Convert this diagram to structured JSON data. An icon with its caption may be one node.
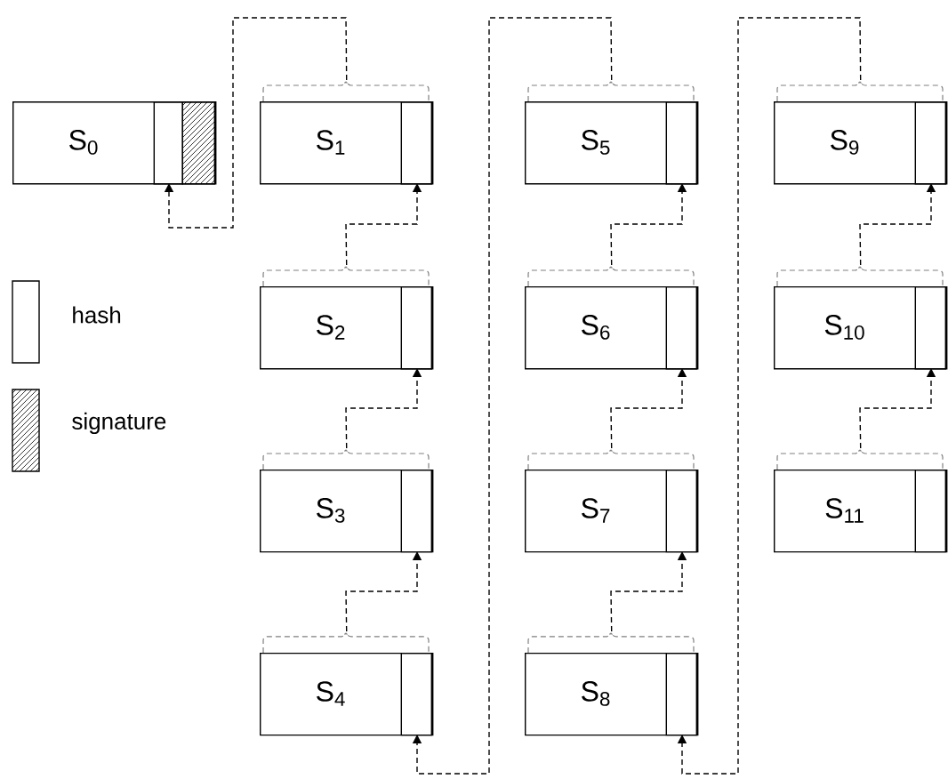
{
  "diagram": {
    "nodes": [
      {
        "text": [
          "S$_{0}$"
        ]
      },
      {
        "text": [],
        "shape": "box",
        "in": 0
      },
      {
        "text": [],
        "shape": "box",
        "in": 0
      },
      {
        "text": [
          "S$_{1}$"
        ]
      },
      {
        "text": [],
        "shape": "box",
        "in": 3
      },
      {
        "text": [
          "S$_{2}$"
        ]
      },
      {
        "text": [],
        "shape": "box",
        "in": 5
      },
      {
        "text": [
          "S$_{3}$"
        ]
      },
      {
        "text": [],
        "shape": "box",
        "in": 7
      },
      {
        "text": [
          "S$_{4}$"
        ]
      },
      {
        "text": [],
        "shape": "box",
        "in": 9
      },
      {
        "text": [
          "S$_{5}$"
        ]
      },
      {
        "text": [],
        "shape": "box",
        "in": 11
      },
      {
        "text": [
          "S$_{6}$"
        ]
      },
      {
        "text": [],
        "shape": "box",
        "in": 13
      },
      {
        "text": [
          "S$_{7}$"
        ]
      },
      {
        "text": [],
        "shape": "box",
        "in": 15
      },
      {
        "text": [
          "S$_{8}$"
        ]
      },
      {
        "text": [],
        "shape": "box",
        "in": 17
      },
      {
        "text": [
          "S$_{9}$"
        ]
      },
      {
        "text": [],
        "shape": "box",
        "in": 19
      },
      {
        "text": [
          "S$_{10}$"
        ]
      },
      {
        "text": [],
        "shape": "box",
        "in": 21
      },
      {
        "text": [
          "S$_{11}$"
        ]
      },
      {
        "text": [],
        "shape": "box",
        "in": 23
      }
    ],
    "edges": [
      {
        "from": 3,
        "to": 1,
        "arrow": "to",
        "style": "dashed"
      },
      {
        "from": 5,
        "to": 4,
        "arrow": "to",
        "style": "dashed"
      },
      {
        "from": 7,
        "to": 6,
        "arrow": "to",
        "style": "dashed"
      },
      {
        "from": 9,
        "to": 8,
        "arrow": "to",
        "style": "dashed"
      },
      {
        "from": 11,
        "to": 10,
        "arrow": "to",
        "style": "dashed"
      },
      {
        "from": 13,
        "to": 12,
        "arrow": "to",
        "style": "dashed"
      },
      {
        "from": 15,
        "to": 14,
        "arrow": "to",
        "style": "dashed"
      },
      {
        "from": 17,
        "to": 16,
        "arrow": "to",
        "style": "dashed"
      },
      {
        "from": 19,
        "to": 18,
        "arrow": "to",
        "style": "dashed"
      },
      {
        "from": 21,
        "to": 20,
        "arrow": "to",
        "style": "dashed"
      },
      {
        "from": 23,
        "to": 22,
        "arrow": "to",
        "style": "dashed"
      }
    ],
    "legend": [
      {
        "text": "hash"
      },
      {
        "text": "signature"
      }
    ]
  }
}
